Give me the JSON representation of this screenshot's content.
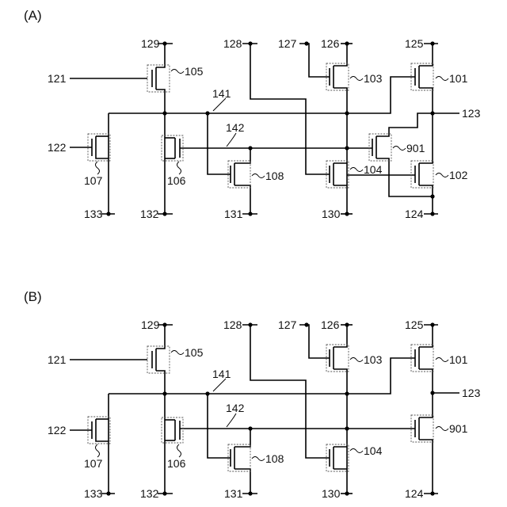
{
  "panels": {
    "a": {
      "label": "(A)",
      "terminals": {
        "t121": "121",
        "t122": "122",
        "t123": "123",
        "t124": "124",
        "t125": "125",
        "t126": "126",
        "t127": "127",
        "t128": "128",
        "t129": "129",
        "t130": "130",
        "t131": "131",
        "t132": "132",
        "t133": "133"
      },
      "transistors": {
        "m101": "101",
        "m102": "102",
        "m103": "103",
        "m104": "104",
        "m105": "105",
        "m106": "106",
        "m107": "107",
        "m108": "108",
        "m901": "901"
      },
      "nodes": {
        "n141": "141",
        "n142": "142"
      }
    },
    "b": {
      "label": "(B)",
      "terminals": {
        "t121": "121",
        "t122": "122",
        "t123": "123",
        "t124": "124",
        "t125": "125",
        "t126": "126",
        "t127": "127",
        "t128": "128",
        "t129": "129",
        "t130": "130",
        "t131": "131",
        "t132": "132",
        "t133": "133"
      },
      "transistors": {
        "m101": "101",
        "m103": "103",
        "m104": "104",
        "m105": "105",
        "m106": "106",
        "m107": "107",
        "m108": "108",
        "m901": "901"
      },
      "nodes": {
        "n141": "141",
        "n142": "142"
      }
    }
  }
}
